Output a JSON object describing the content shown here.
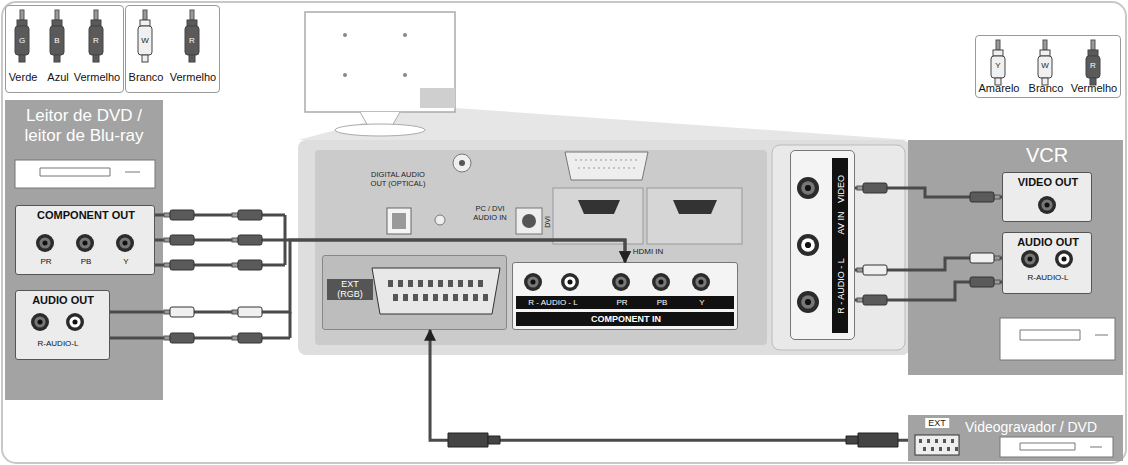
{
  "diagram": {
    "nodes": [
      {
        "text": [
          "Verde",
          "Azul",
          "Vermelho"
        ]
      },
      {
        "text": [
          "Branco",
          "Vermelho"
        ]
      },
      {
        "text": [
          "Amarelo",
          "Branco",
          "Vermelho"
        ]
      },
      {
        "text": [
          "Leitor de DVD / leitor de Blu-ray"
        ]
      },
      {
        "text": [
          "COMPONENT OUT",
          "PR",
          "PB",
          "Y"
        ],
        "in": 3
      },
      {
        "text": [
          "AUDIO OUT",
          "R-AUDIO-L"
        ],
        "in": 3
      },
      {
        "text": [
          "EXT (RGB)"
        ]
      },
      {
        "text": [
          "R - AUDIO - L",
          "PR",
          "PB",
          "Y",
          "COMPONENT IN"
        ]
      },
      {
        "text": [
          "VIDEO",
          "AV IN",
          "R - AUDIO - L"
        ]
      },
      {
        "text": [
          "VCR"
        ]
      },
      {
        "text": [
          "VIDEO OUT"
        ],
        "in": 9
      },
      {
        "text": [
          "AUDIO OUT",
          "R-AUDIO-L"
        ],
        "in": 9
      },
      {
        "text": [
          "EXT",
          "Videogravador / DVD"
        ]
      }
    ],
    "edges": [
      {
        "from": 4,
        "to": 7,
        "arrow": "to"
      },
      {
        "from": 5,
        "to": 7,
        "arrow": "to"
      },
      {
        "from": 12,
        "to": 6,
        "arrow": "to"
      },
      {
        "from": 10,
        "to": 8,
        "arrow": "none"
      },
      {
        "from": 11,
        "to": 8,
        "arrow": "none"
      }
    ],
    "labels": [
      "G",
      "B",
      "R",
      "W",
      "R",
      "Y",
      "W",
      "R",
      "DIGITAL AUDIO OUT (OPTICAL)",
      "PC / DVI AUDIO IN",
      "DVI",
      "HDMI IN"
    ]
  }
}
